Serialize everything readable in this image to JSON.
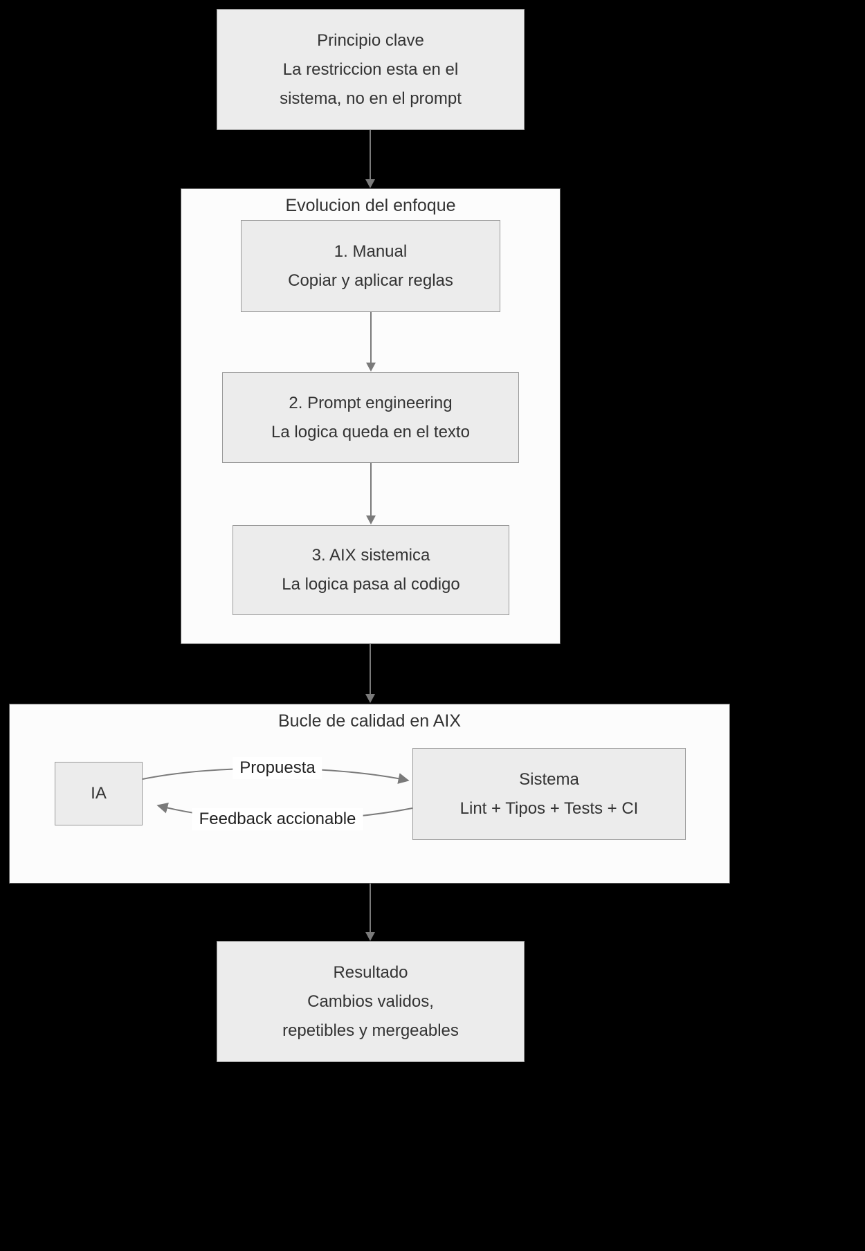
{
  "principio": {
    "line1": "Principio clave",
    "line2": "La restriccion esta en el",
    "line3": "sistema, no en el prompt"
  },
  "evolucion": {
    "title": "Evolucion del enfoque",
    "step1": {
      "line1": "1. Manual",
      "line2": "Copiar y aplicar reglas"
    },
    "step2": {
      "line1": "2. Prompt engineering",
      "line2": "La logica queda en el texto"
    },
    "step3": {
      "line1": "3. AIX sistemica",
      "line2": "La logica pasa al codigo"
    }
  },
  "bucle": {
    "title": "Bucle de calidad en AIX",
    "ia_label": "IA",
    "sistema": {
      "line1": "Sistema",
      "line2": "Lint + Tipos + Tests + CI"
    },
    "propuesta_label": "Propuesta",
    "feedback_label": "Feedback accionable"
  },
  "resultado": {
    "line1": "Resultado",
    "line2": "Cambios validos,",
    "line3": "repetibles y mergeables"
  },
  "colors": {
    "background": "#000000",
    "node_fill": "#ececec",
    "node_border": "#999999",
    "container_fill": "#fcfcfc",
    "container_border": "#5b5b5b",
    "arrow": "#7a7a7a",
    "text": "#333333"
  }
}
